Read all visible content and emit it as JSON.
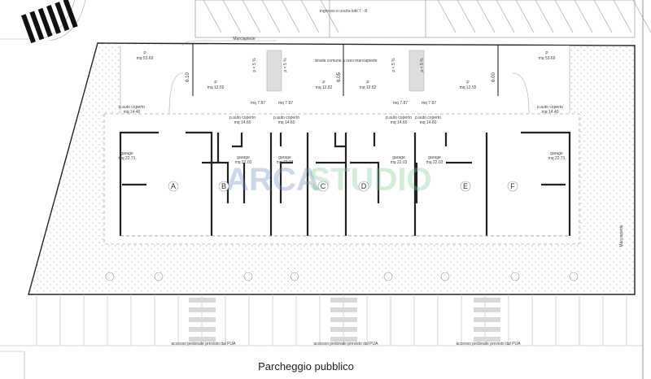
{
  "top_area": {
    "entrance_label": "ingresso e uscita lotti 7 - 8",
    "sidewalk_label": "Marciapiede",
    "shared_road_label": "strada comune a raso marciapiede",
    "slope_label": "p < 5 %",
    "dimensions": [
      "6.10",
      "6.05",
      "6.00"
    ]
  },
  "areas": {
    "parking_large": "P\nmq 53.69",
    "p_large_left": [
      "P",
      "mq 53.69"
    ],
    "p_large_right": [
      "P",
      "mq 53.69"
    ],
    "p_12_55_left": [
      "P",
      "mq 12.55"
    ],
    "p_12_55_right": [
      "P",
      "mq 12.55"
    ],
    "p_12_82_left": [
      "P",
      "mq 12.82"
    ],
    "p_12_82_right": [
      "P",
      "mq 12.82"
    ],
    "mq_7_87": "mq 7.87",
    "covered_14_40": [
      "p.auto coperto",
      "mq 14.40"
    ],
    "covered_14_60": [
      "p.auto coperto",
      "mq 14.60"
    ],
    "garage_22_71": [
      "garage",
      "mq 22.71"
    ],
    "garage_22_03": [
      "garage",
      "mq 22.03"
    ]
  },
  "units": [
    "A",
    "B",
    "C",
    "D",
    "E",
    "F"
  ],
  "bottom_area": {
    "pedestrian_access_label": "accesso pedonale previsto dal PUA",
    "public_parking_label": "Parcheggio pubblico"
  },
  "side_label": "Marciapiede",
  "watermark": {
    "part1": "ARCA",
    "part2": "STUDIO",
    "color1": "#6f8fc4",
    "color2": "#7fcf95"
  },
  "colors": {
    "line": "#333333",
    "green_dots": "#9a9a9a",
    "crosswalk": "#d8d8d8"
  }
}
